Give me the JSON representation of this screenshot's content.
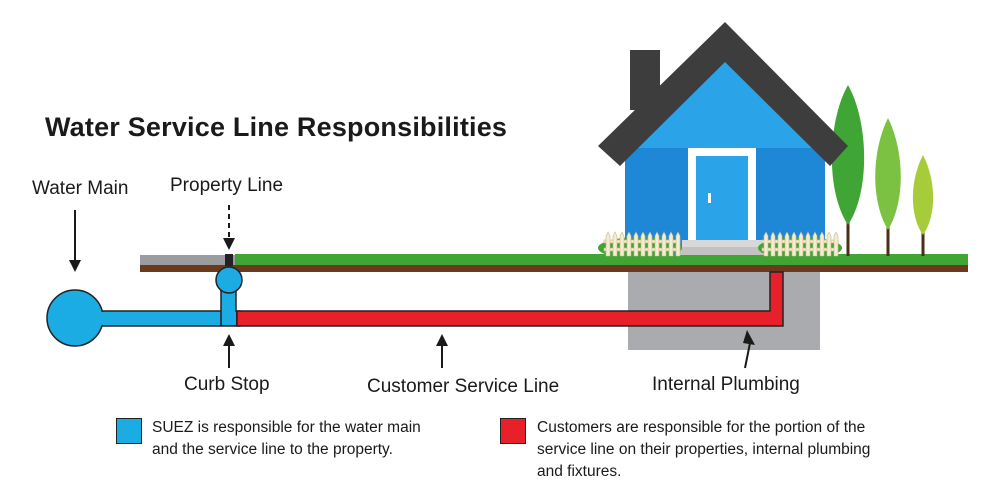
{
  "title": "Water Service Line Responsibilities",
  "labels": {
    "water_main": "Water Main",
    "property_line": "Property Line",
    "curb_stop": "Curb Stop",
    "customer_service_line": "Customer Service Line",
    "internal_plumbing": "Internal Plumbing"
  },
  "legend": [
    {
      "color": "#1aace3",
      "lines": [
        "SUEZ is responsible for the water main",
        "and the service line to the property."
      ]
    },
    {
      "color": "#e8202a",
      "lines": [
        "Customers are responsible for the portion of the",
        "service line on their properties, internal plumbing",
        "and fixtures."
      ]
    }
  ],
  "colors": {
    "utility_blue": "#1aace3",
    "customer_red": "#e8202a",
    "grass": "#3fa535",
    "soil": "#6b3a1e",
    "house_blue": "#1e88d6",
    "roof": "#3d3d3d"
  }
}
